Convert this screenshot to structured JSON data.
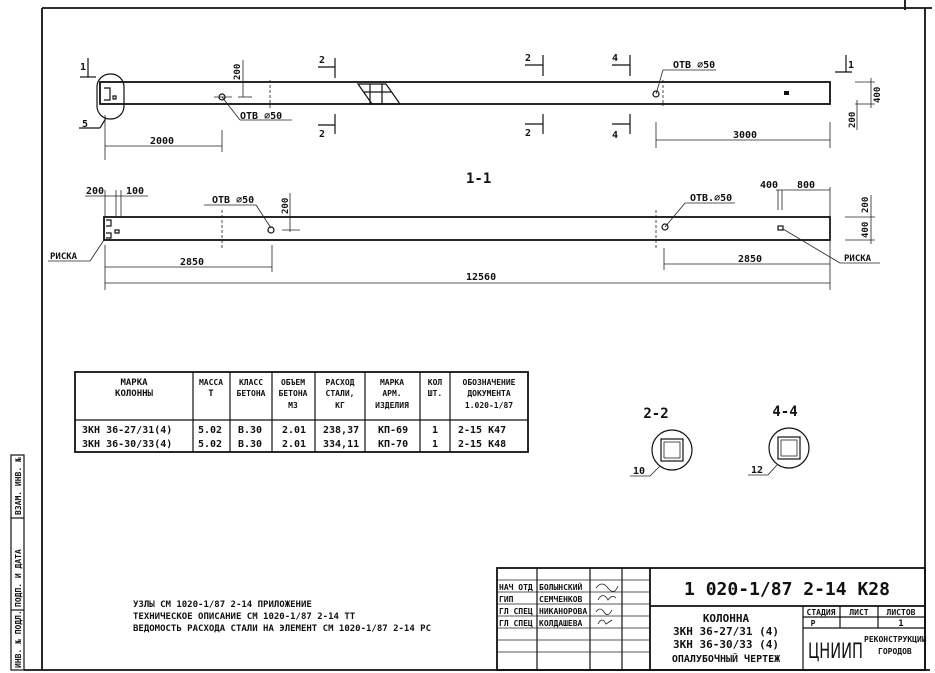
{
  "drawing": {
    "section_marks": {
      "s1": "1",
      "s2": "2",
      "s4": "4"
    },
    "hole_label": "ОТВ ⌀50",
    "hole_label_alt": "ОТВ.⌀50",
    "callout_5": "5",
    "dims_top": {
      "d2000": "2000",
      "d3000": "3000",
      "d200": "200",
      "d400": "400"
    },
    "section_title": "1-1",
    "dims_section": {
      "d200": "200",
      "d100": "100",
      "d2850": "2850",
      "d12560": "12560",
      "d400": "400",
      "d800": "800",
      "d200v": "200",
      "d400v": "400"
    },
    "risk_label": "РИСКА"
  },
  "table": {
    "headers": [
      "МАРКА КОЛОННЫ",
      "МАССА Т",
      "КЛАСС БЕТОНА",
      "ОБЪЕМ БЕТОНА М3",
      "РАСХОД СТАЛИ, КГ",
      "МАРКА АРМ. ИЗДЕЛИЯ",
      "КОЛ ШТ.",
      "ОБОЗНАЧЕНИЕ ДОКУМЕНТА 1.020-1/87"
    ],
    "header_lines": [
      [
        "МАРКА",
        "КОЛОННЫ"
      ],
      [
        "МАССА",
        "Т"
      ],
      [
        "КЛАСС",
        "БЕТОНА"
      ],
      [
        "ОБЪЕМ",
        "БЕТОНА",
        "М3"
      ],
      [
        "РАСХОД",
        "СТАЛИ,",
        "КГ"
      ],
      [
        "МАРКА",
        "АРМ.",
        "ИЗДЕЛИЯ"
      ],
      [
        "КОЛ",
        "ШТ."
      ],
      [
        "ОБОЗНАЧЕНИЕ",
        "ДОКУМЕНТА",
        "1.020-1/87"
      ]
    ],
    "rows": [
      [
        "3КН 36-27/31(4)",
        "5.02",
        "В.30",
        "2.01",
        "238,37",
        "КП-69",
        "1",
        "2-15 К47"
      ],
      [
        "3КН 36-30/33(4)",
        "5.02",
        "В.30",
        "2.01",
        "334,11",
        "КП-70",
        "1",
        "2-15 К48"
      ]
    ]
  },
  "sections": {
    "s22": {
      "title": "2-2",
      "callout": "10"
    },
    "s44": {
      "title": "4-4",
      "callout": "12"
    }
  },
  "notes": [
    "УЗЛЫ СМ 1020-1/87 2-14 ПРИЛОЖЕНИЕ",
    "ТЕХНИЧЕСКОЕ ОПИСАНИЕ СМ 1020-1/87 2-14 ТТ",
    "ВЕДОМОСТЬ РАСХОДА СТАЛИ НА ЭЛЕМЕНТ СМ 1020-1/87 2-14 РС"
  ],
  "title_block": {
    "doc_number": "1 020-1/87 2-14 К28",
    "signers": [
      {
        "role": "НАЧ ОТД",
        "name": "БОЛЫНСКИЙ"
      },
      {
        "role": "ГИП",
        "name": "СЕМЧЕНКОВ"
      },
      {
        "role": "ГЛ СПЕЦ",
        "name": "НИКАНОРОВА"
      },
      {
        "role": "ГЛ СПЕЦ",
        "name": "КОЛДАШЕВА"
      }
    ],
    "title_lines": [
      "КОЛОННА",
      "3КН 36-27/31 (4)",
      "3КН 36-30/33 (4)",
      "ОПАЛУБОЧНЫЙ ЧЕРТЕЖ"
    ],
    "stage_header": "СТАДИЯ",
    "sheet_header": "ЛИСТ",
    "sheets_header": "ЛИСТОВ",
    "stage": "Р",
    "sheets": "1",
    "org_logo": "ЦНИИП",
    "org_line1": "РЕКОНСТРУКЦИИ",
    "org_line2": "ГОРОДОВ"
  },
  "margin_stamp": [
    "ИНВ. № ПОДЛ.",
    "ПОДП. И ДАТА",
    "ВЗАМ. ИНВ. №"
  ]
}
